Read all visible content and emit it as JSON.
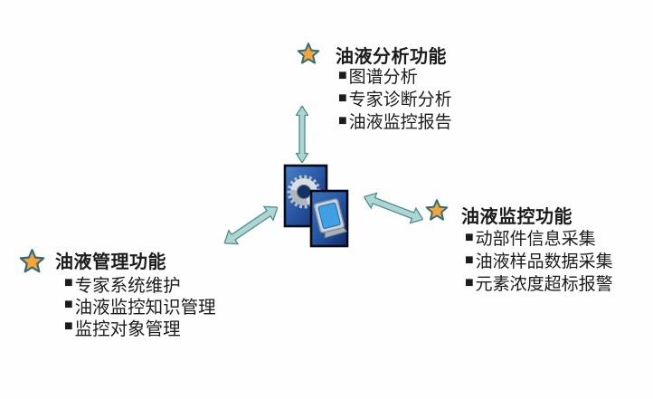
{
  "bullet_char": "■",
  "colors": {
    "star_fill": "#F5A43C",
    "star_outline": "#2F6B7A",
    "arrow_fill": "#ADD5D2",
    "arrow_outline": "#4E8D90",
    "text": "#1C1C1C",
    "card_blue_light": "#4A82C8",
    "card_blue_dark": "#13306E",
    "card_border": "#0A0A14",
    "gear_silver": "#D9DEE3",
    "monitor_frame_silver": "#CCD3DA",
    "monitor_screen_blue": "#3F9FE0"
  },
  "center": {
    "icon": "gear-and-computer"
  },
  "nodes": [
    {
      "id": "oil-analysis",
      "title": "油液分析功能",
      "items": [
        "图谱分析",
        "专家诊断分析",
        "油液监控报告"
      ]
    },
    {
      "id": "oil-monitoring",
      "title": "油液监控功能",
      "items": [
        "动部件信息采集",
        "油液样品数据采集",
        "元素浓度超标报警"
      ]
    },
    {
      "id": "oil-management",
      "title": "油液管理功能",
      "items": [
        "专家系统维护",
        "油液监控知识管理",
        "监控对象管理"
      ]
    }
  ]
}
